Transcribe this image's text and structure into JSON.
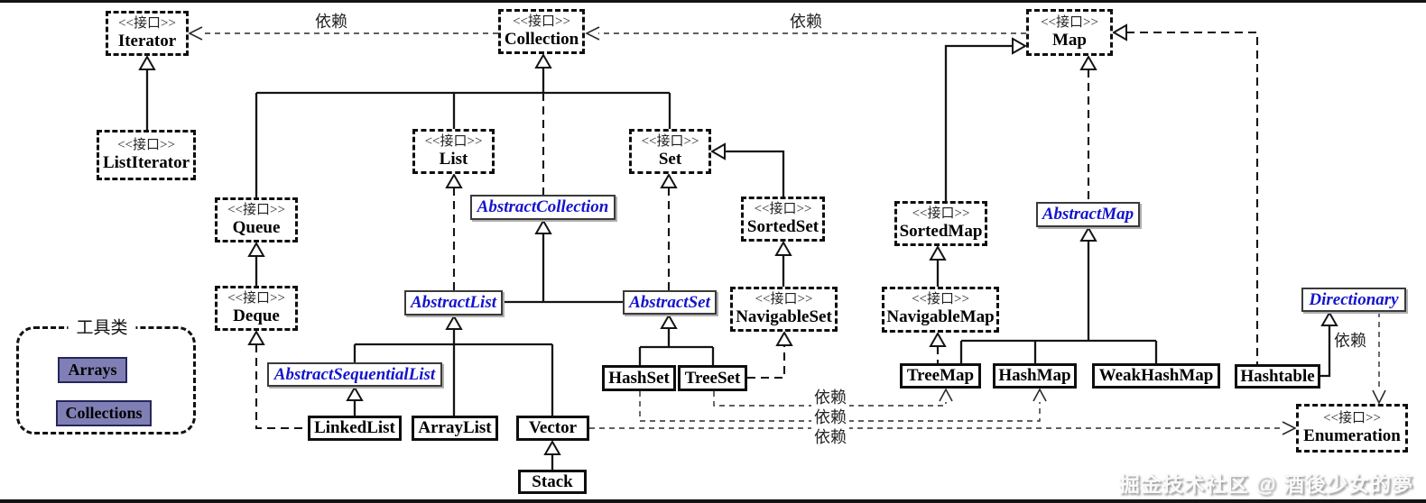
{
  "nodes": {
    "iterator": {
      "stereotype": "<<接口>>",
      "name": "Iterator"
    },
    "listiterator": {
      "stereotype": "<<接口>>",
      "name": "ListIterator"
    },
    "collection": {
      "stereotype": "<<接口>>",
      "name": "Collection"
    },
    "map": {
      "stereotype": "<<接口>>",
      "name": "Map"
    },
    "list": {
      "stereotype": "<<接口>>",
      "name": "List"
    },
    "set": {
      "stereotype": "<<接口>>",
      "name": "Set"
    },
    "queue": {
      "stereotype": "<<接口>>",
      "name": "Queue"
    },
    "deque": {
      "stereotype": "<<接口>>",
      "name": "Deque"
    },
    "sortedset": {
      "stereotype": "<<接口>>",
      "name": "SortedSet"
    },
    "navigableset": {
      "stereotype": "<<接口>>",
      "name": "NavigableSet"
    },
    "sortedmap": {
      "stereotype": "<<接口>>",
      "name": "SortedMap"
    },
    "navigablemap": {
      "stereotype": "<<接口>>",
      "name": "NavigableMap"
    },
    "enumeration": {
      "stereotype": "<<接口>>",
      "name": "Enumeration"
    },
    "abstractcollection": {
      "name": "AbstractCollection"
    },
    "abstractlist": {
      "name": "AbstractList"
    },
    "abstractset": {
      "name": "AbstractSet"
    },
    "abstractmap": {
      "name": "AbstractMap"
    },
    "abstractsequentiallist": {
      "name": "AbstractSequentialList"
    },
    "directionary": {
      "name": "Directionary"
    },
    "hashset": {
      "name": "HashSet"
    },
    "treeset": {
      "name": "TreeSet"
    },
    "treemap": {
      "name": "TreeMap"
    },
    "hashmap": {
      "name": "HashMap"
    },
    "weakhashmap": {
      "name": "WeakHashMap"
    },
    "hashtable": {
      "name": "Hashtable"
    },
    "linkedlist": {
      "name": "LinkedList"
    },
    "arraylist": {
      "name": "ArrayList"
    },
    "vector": {
      "name": "Vector"
    },
    "stack": {
      "name": "Stack"
    }
  },
  "edge_labels": {
    "collection_iterator": "依赖",
    "map_collection": "依赖",
    "treeset_treemap": "依赖",
    "hashset_hashmap": "依赖",
    "vector_enumeration": "依赖",
    "directionary_enumeration": "依赖"
  },
  "edges": [
    {
      "from": "ListIterator",
      "to": "Iterator",
      "type": "extends"
    },
    {
      "from": "Queue",
      "to": "Collection",
      "type": "extends"
    },
    {
      "from": "List",
      "to": "Collection",
      "type": "extends"
    },
    {
      "from": "Set",
      "to": "Collection",
      "type": "extends"
    },
    {
      "from": "Deque",
      "to": "Queue",
      "type": "extends"
    },
    {
      "from": "SortedSet",
      "to": "Set",
      "type": "extends"
    },
    {
      "from": "NavigableSet",
      "to": "SortedSet",
      "type": "extends"
    },
    {
      "from": "SortedMap",
      "to": "Map",
      "type": "extends"
    },
    {
      "from": "NavigableMap",
      "to": "SortedMap",
      "type": "extends"
    },
    {
      "from": "AbstractCollection",
      "to": "Collection",
      "type": "implements"
    },
    {
      "from": "AbstractList",
      "to": "AbstractCollection",
      "type": "extends"
    },
    {
      "from": "AbstractSet",
      "to": "AbstractCollection",
      "type": "extends"
    },
    {
      "from": "AbstractList",
      "to": "List",
      "type": "implements"
    },
    {
      "from": "AbstractSet",
      "to": "Set",
      "type": "implements"
    },
    {
      "from": "AbstractSequentialList",
      "to": "AbstractList",
      "type": "extends"
    },
    {
      "from": "ArrayList",
      "to": "AbstractList",
      "type": "extends"
    },
    {
      "from": "Vector",
      "to": "AbstractList",
      "type": "extends"
    },
    {
      "from": "LinkedList",
      "to": "AbstractSequentialList",
      "type": "extends"
    },
    {
      "from": "LinkedList",
      "to": "Deque",
      "type": "implements"
    },
    {
      "from": "Stack",
      "to": "Vector",
      "type": "extends"
    },
    {
      "from": "HashSet",
      "to": "AbstractSet",
      "type": "extends"
    },
    {
      "from": "TreeSet",
      "to": "AbstractSet",
      "type": "extends"
    },
    {
      "from": "TreeSet",
      "to": "NavigableSet",
      "type": "implements"
    },
    {
      "from": "AbstractMap",
      "to": "Map",
      "type": "implements"
    },
    {
      "from": "TreeMap",
      "to": "AbstractMap",
      "type": "extends"
    },
    {
      "from": "HashMap",
      "to": "AbstractMap",
      "type": "extends"
    },
    {
      "from": "WeakHashMap",
      "to": "AbstractMap",
      "type": "extends"
    },
    {
      "from": "TreeMap",
      "to": "NavigableMap",
      "type": "implements"
    },
    {
      "from": "Hashtable",
      "to": "Map",
      "type": "implements"
    },
    {
      "from": "Hashtable",
      "to": "Directionary",
      "type": "extends"
    },
    {
      "from": "Collection",
      "to": "Iterator",
      "type": "depends"
    },
    {
      "from": "Map",
      "to": "Collection",
      "type": "depends"
    },
    {
      "from": "TreeSet",
      "to": "TreeMap",
      "type": "depends"
    },
    {
      "from": "HashSet",
      "to": "HashMap",
      "type": "depends"
    },
    {
      "from": "Vector",
      "to": "Enumeration",
      "type": "depends"
    },
    {
      "from": "Directionary",
      "to": "Enumeration",
      "type": "depends"
    }
  ],
  "legend": {
    "title": "工具类",
    "items": [
      {
        "label": "Arrays"
      },
      {
        "label": "Collections"
      }
    ]
  },
  "watermark": "掘金技术社区 @ 酒後少女的夢",
  "colors": {
    "abstract_text": "#1414cc",
    "utility_fill": "#7f7fb5",
    "line": "#141414"
  }
}
